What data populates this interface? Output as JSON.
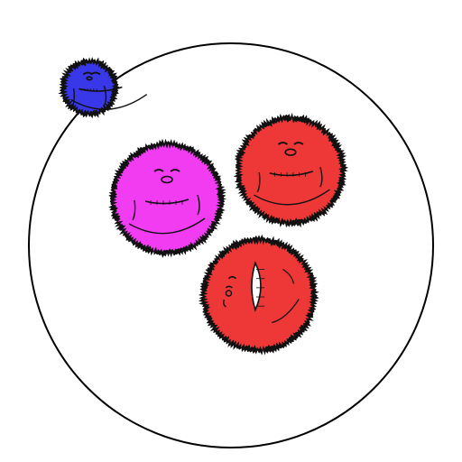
{
  "scene": {
    "background": "#ffffff",
    "arena_stroke": "#000000"
  },
  "blobs": [
    {
      "id": "blue",
      "color": "#3838e8",
      "face": "smile"
    },
    {
      "id": "magenta",
      "color": "#f23cf2",
      "face": "smile"
    },
    {
      "id": "red-1",
      "color": "#ee3838",
      "face": "smile"
    },
    {
      "id": "red-2",
      "color": "#ee3838",
      "face": "side-grin"
    }
  ],
  "outline_color": "#111111"
}
